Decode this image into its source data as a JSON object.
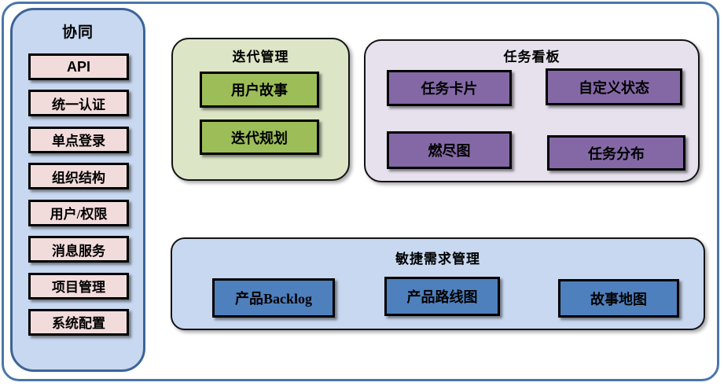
{
  "sidebar": {
    "title": "协同",
    "items": [
      "API",
      "统一认证",
      "单点登录",
      "组织结构",
      "用户/权限",
      "消息服务",
      "项目管理",
      "系统配置"
    ]
  },
  "groups": {
    "iteration": {
      "title": "迭代管理",
      "items": [
        "用户故事",
        "迭代规划"
      ]
    },
    "kanban": {
      "title": "任务看板",
      "items": [
        "任务卡片",
        "自定义状态",
        "燃尽图",
        "任务分布"
      ]
    },
    "agile": {
      "title": "敏捷需求管理",
      "items": [
        "产品Backlog",
        "产品路线图",
        "故事地图"
      ]
    }
  },
  "colors": {
    "outer_border": "#4a76ab",
    "sidebar_fill": "#c8d8f0",
    "sidebar_border": "#3d6497",
    "sidebar_item_fill": "#f2dcdb",
    "iteration_group_fill": "#dce6c6",
    "iteration_node_fill": "#9cbd58",
    "kanban_group_fill": "#e6e1ed",
    "kanban_node_fill": "#8468a6",
    "agile_group_fill": "#c8d8f0",
    "agile_node_fill": "#4e80bd",
    "node_border": "#000000",
    "text": "#000000"
  }
}
